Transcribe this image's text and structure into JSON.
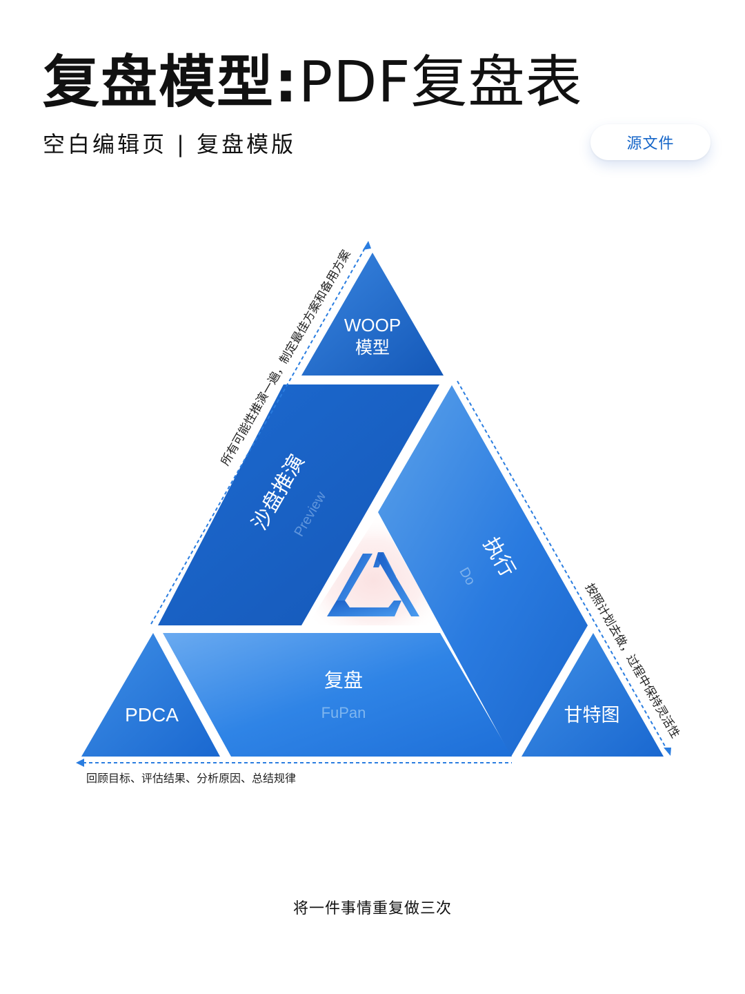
{
  "header": {
    "title_bold": "复盘模型:",
    "title_light": " PDF复盘表",
    "subtitle": "空白编辑页 | 复盘模版",
    "source_button": "源文件"
  },
  "diagram": {
    "top": {
      "line1": "WOOP",
      "line2": "模型"
    },
    "left_band": {
      "label": "沙盘推演",
      "sublabel": "Preview"
    },
    "right_band": {
      "label": "执行",
      "sublabel": "Do"
    },
    "bottom_band": {
      "label": "复盘",
      "sublabel": "FuPan"
    },
    "bottom_left": {
      "label": "PDCA"
    },
    "bottom_right": {
      "label": "甘特图"
    },
    "left_arrow_caption": "所有可能性推演一遍，制定最佳方案和备用方案",
    "right_arrow_caption": "按照计划去做，过程中保持灵活性",
    "bottom_arrow_caption": "回顾目标、评估结果、分析原因、总结规律",
    "colors": {
      "dark_blue": "#1560c0",
      "mid_blue": "#2a7de0",
      "light_blue": "#5aa2ea",
      "arrow": "#2a7de0"
    }
  },
  "footer": {
    "text": "将一件事情重复做三次"
  }
}
